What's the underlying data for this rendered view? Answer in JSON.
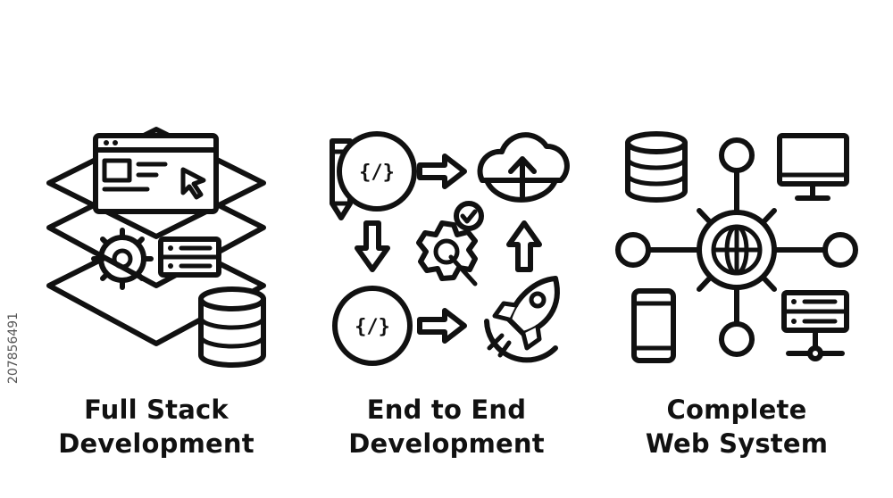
{
  "stock_id": "207856491",
  "panels": [
    {
      "line1": "Full Stack",
      "line2": "Development",
      "icon": "layered-stack-icon"
    },
    {
      "line1": "End to End",
      "line2": "Development",
      "icon": "workflow-cycle-icon"
    },
    {
      "line1": "Complete",
      "line2": "Web System",
      "icon": "network-hub-icon"
    }
  ],
  "code_glyph": "{/}",
  "colors": {
    "ink": "#111111",
    "background": "#ffffff"
  }
}
